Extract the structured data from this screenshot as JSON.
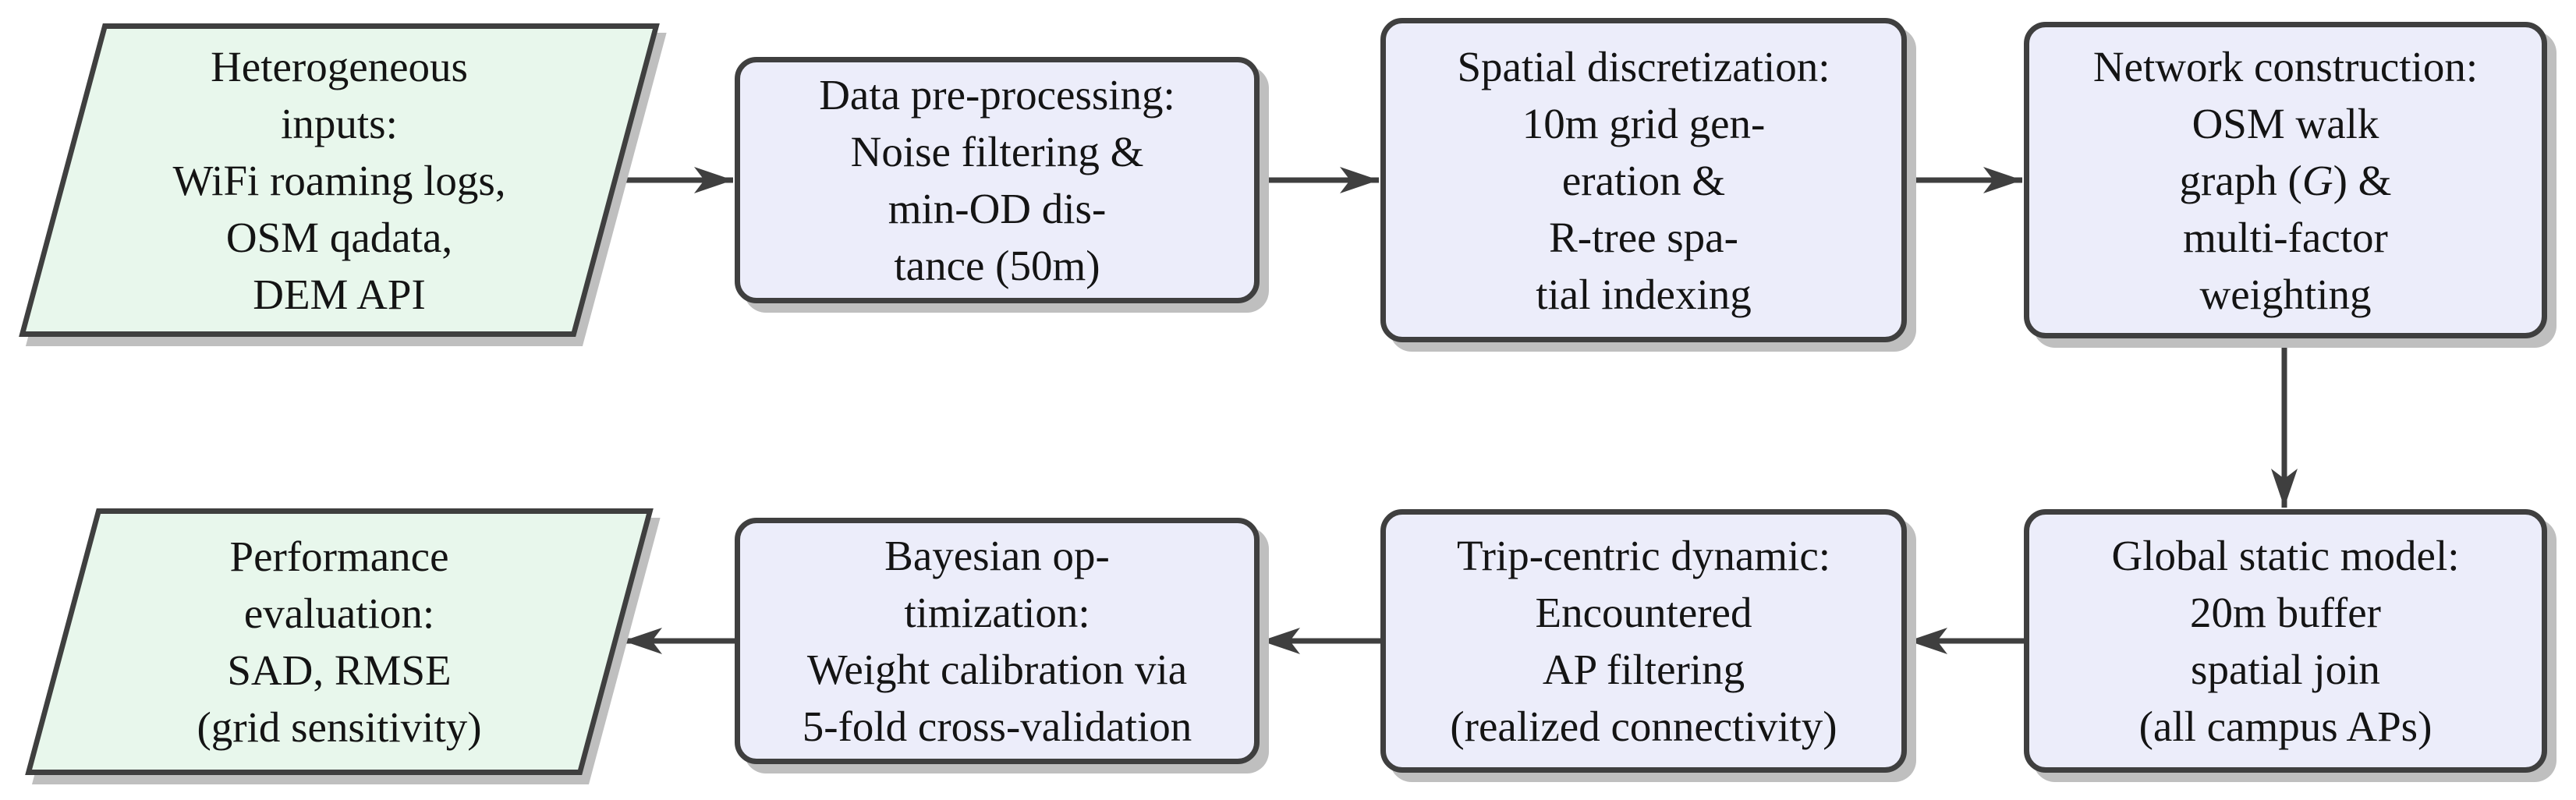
{
  "diagram": {
    "title": "Methodology flowchart",
    "colors": {
      "background": "#ffffff",
      "border": "#3f3f3f",
      "shadow": "#bfbfbf",
      "io_fill": "#e8f7ec",
      "process_fill": "#ecedfa",
      "text": "#141414",
      "arrow": "#3f3f3f"
    },
    "nodes": [
      {
        "id": "inputs",
        "shape": "parallelogram",
        "lines": [
          "Heterogeneous",
          "inputs:",
          "WiFi roaming logs,",
          "OSM qadata,",
          "DEM API"
        ]
      },
      {
        "id": "preprocessing",
        "shape": "rounded-rectangle",
        "lines": [
          "Data pre-processing:",
          "Noise filtering &",
          "min-OD dis-",
          "tance (50m)"
        ]
      },
      {
        "id": "discretization",
        "shape": "rounded-rectangle",
        "lines": [
          "Spatial discretization:",
          "10m grid gen-",
          "eration &",
          "R-tree spa-",
          "tial indexing"
        ]
      },
      {
        "id": "network-construction",
        "shape": "rounded-rectangle",
        "lines": [
          "Network construction:",
          "OSM walk",
          "multi-factor",
          "weighting"
        ],
        "graph_line": {
          "pre": "graph (",
          "var": "G",
          "post": ") &"
        }
      },
      {
        "id": "performance-evaluation",
        "shape": "parallelogram",
        "lines": [
          "Performance",
          "evaluation:",
          "SAD, RMSE",
          "(grid sensitivity)"
        ]
      },
      {
        "id": "bayesian-optimization",
        "shape": "rounded-rectangle",
        "lines": [
          "Bayesian op-",
          "timization:",
          "Weight calibration via",
          "5-fold cross-validation"
        ]
      },
      {
        "id": "trip-centric",
        "shape": "rounded-rectangle",
        "lines": [
          "Trip-centric dynamic:",
          "Encountered",
          "AP filtering",
          "(realized connectivity)"
        ]
      },
      {
        "id": "global-static",
        "shape": "rounded-rectangle",
        "lines": [
          "Global static model:",
          "20m buffer",
          "spatial join",
          "(all campus APs)"
        ]
      }
    ],
    "connections": [
      {
        "from": "inputs",
        "to": "preprocessing"
      },
      {
        "from": "preprocessing",
        "to": "discretization"
      },
      {
        "from": "discretization",
        "to": "network-construction"
      },
      {
        "from": "network-construction",
        "to": "global-static"
      },
      {
        "from": "global-static",
        "to": "trip-centric"
      },
      {
        "from": "trip-centric",
        "to": "bayesian-optimization"
      },
      {
        "from": "bayesian-optimization",
        "to": "performance-evaluation"
      }
    ]
  }
}
